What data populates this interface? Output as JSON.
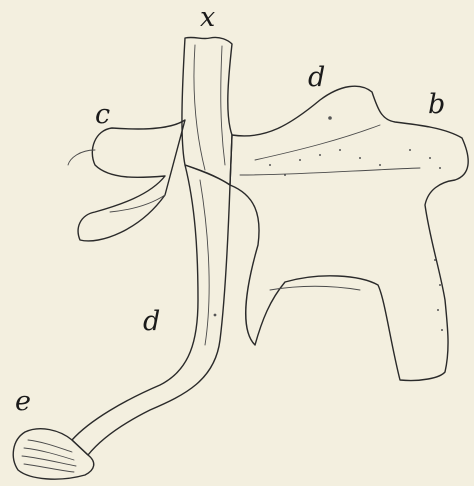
{
  "figure": {
    "labels": {
      "x": "x",
      "c": "c",
      "d_top": "d",
      "b": "b",
      "d_left": "d",
      "e": "e"
    },
    "colors": {
      "paper": "#f3efdf",
      "ink": "#2a2a2a",
      "duct_tint": "#cdc6ae",
      "wing_tint": "#e2dcc8"
    }
  }
}
